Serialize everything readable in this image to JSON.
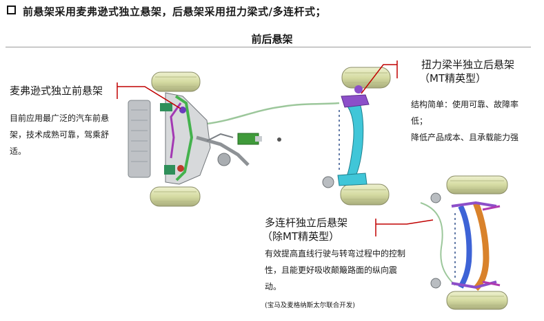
{
  "header": {
    "title": "前悬架采用麦弗逊式独立悬架，后悬架采用扭力梁式/多连杆式；"
  },
  "section": {
    "subtitle": "前后悬架"
  },
  "front": {
    "title": "麦弗逊式独立前悬架",
    "description": "目前应用最广泛的汽车前悬架，技术成熟可靠，驾乘舒适。"
  },
  "torsion": {
    "title_line1": "扭力梁半独立后悬架",
    "title_line2": "（MT精英型）",
    "description_line1": "结构简单：使用可靠、故障率低；",
    "description_line2": "降低产品成本、且承载能力强"
  },
  "multilink": {
    "title_line1": "多连杆独立后悬架",
    "title_line2": "（除MT精英型）",
    "description": "有效提高直线行驶与转弯过程中的控制性，且能更好吸收颠簸路面的纵向震动。",
    "note": "(宝马及麦格纳斯太尔联合开发)"
  },
  "colors": {
    "callout_red": "#c00000",
    "tire": "#d8dea8",
    "beam": "#40c6d8",
    "link_blue": "#3d63d6",
    "link_orange": "#d9822b",
    "arm_purple": "#8c4fc9"
  }
}
